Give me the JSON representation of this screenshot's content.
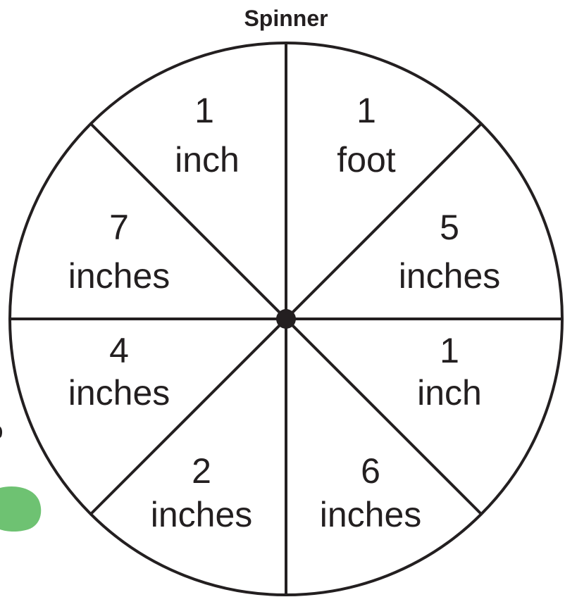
{
  "title": "Spinner",
  "colors": {
    "ink": "#231f20",
    "background": "#ffffff",
    "green_blob": "#6ec272"
  },
  "sections": [
    {
      "number": "1",
      "unit": "foot"
    },
    {
      "number": "5",
      "unit": "inches"
    },
    {
      "number": "1",
      "unit": "inch"
    },
    {
      "number": "6",
      "unit": "inches"
    },
    {
      "number": "2",
      "unit": "inches"
    },
    {
      "number": "4",
      "unit": "inches"
    },
    {
      "number": "7",
      "unit": "inches"
    },
    {
      "number": "1",
      "unit": "inch"
    }
  ]
}
